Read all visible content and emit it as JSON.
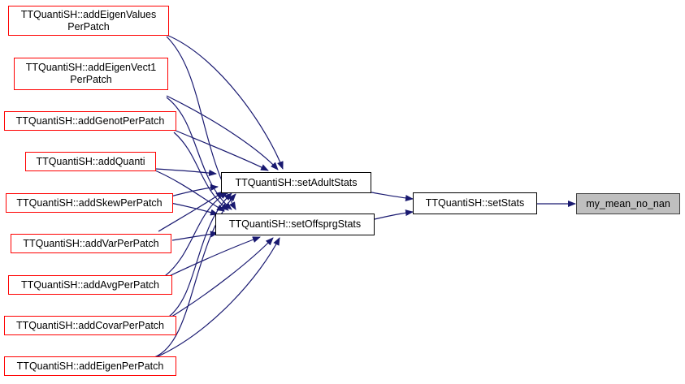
{
  "colors": {
    "edge": "#191970",
    "red_border": "#ff0000",
    "black_border": "#000000",
    "focus_fill": "#bfbfbf"
  },
  "nodes": {
    "focus": {
      "label": "my_mean_no_nan"
    },
    "set_stats": {
      "label": "TTQuantiSH::setStats"
    },
    "set_adult_stats": {
      "label": "TTQuantiSH::setAdultStats"
    },
    "set_offsprg_stats": {
      "label": "TTQuantiSH::setOffsprgStats"
    },
    "callers": [
      {
        "line1": "TTQuantiSH::addEigenValues",
        "line2": "PerPatch"
      },
      {
        "line1": "TTQuantiSH::addEigenVect1",
        "line2": "PerPatch"
      },
      {
        "line1": "TTQuantiSH::addGenotPerPatch",
        "line2": ""
      },
      {
        "line1": "TTQuantiSH::addQuanti",
        "line2": ""
      },
      {
        "line1": "TTQuantiSH::addSkewPerPatch",
        "line2": ""
      },
      {
        "line1": "TTQuantiSH::addVarPerPatch",
        "line2": ""
      },
      {
        "line1": "TTQuantiSH::addAvgPerPatch",
        "line2": ""
      },
      {
        "line1": "TTQuantiSH::addCovarPerPatch",
        "line2": ""
      },
      {
        "line1": "TTQuantiSH::addEigenPerPatch",
        "line2": ""
      }
    ]
  }
}
